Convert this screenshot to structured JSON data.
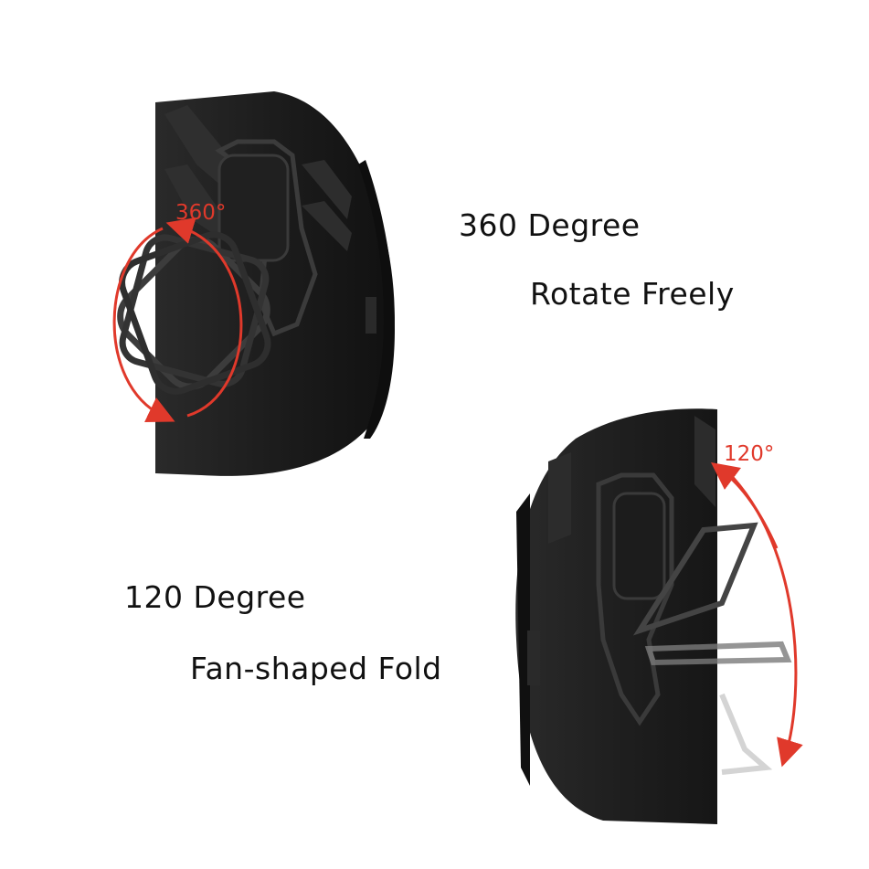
{
  "top_feature": {
    "angle_label": "360°",
    "title": "360 Degree",
    "subtitle": "Rotate Freely"
  },
  "bottom_feature": {
    "angle_label": "120°",
    "title": "120 Degree",
    "subtitle": "Fan-shaped Fold"
  },
  "colors": {
    "case_body": "#1e1e1e",
    "case_edge": "#2b2b2b",
    "ring": "#3a3a3a",
    "arrow_red": "#e0392b",
    "text": "#111111",
    "background": "#ffffff"
  }
}
